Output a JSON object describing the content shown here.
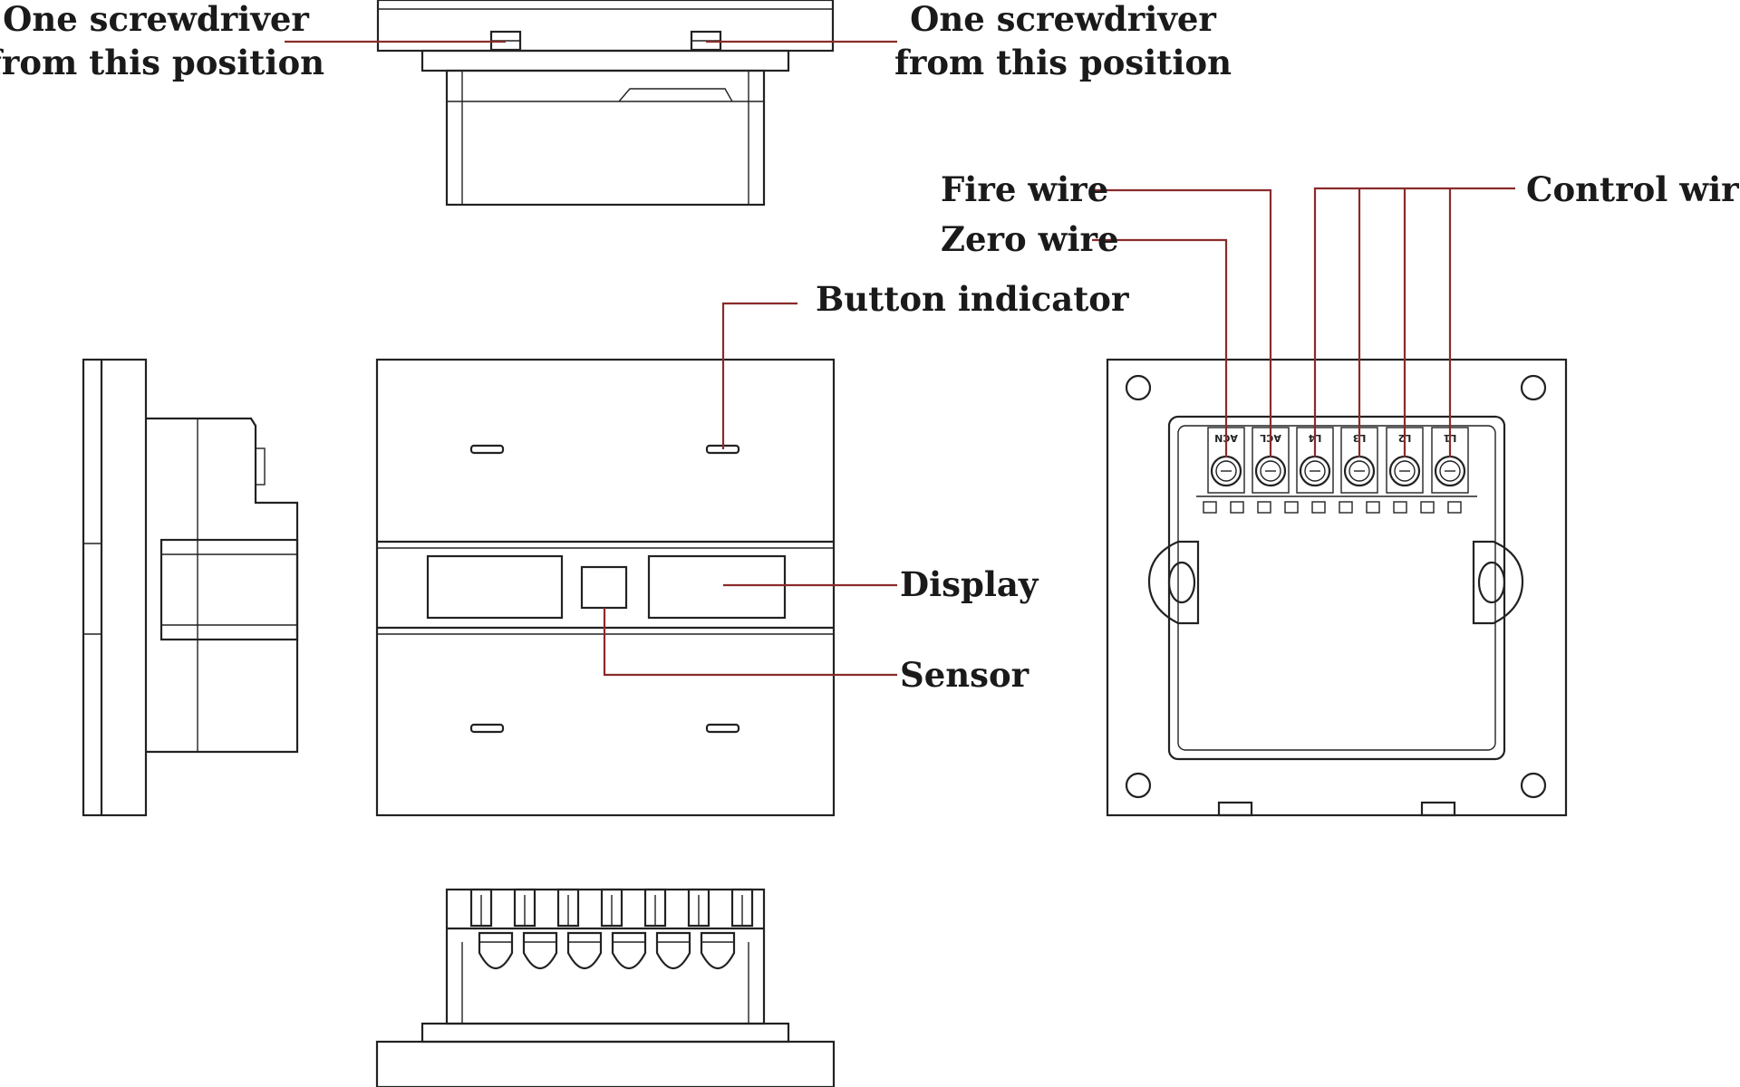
{
  "labels": {
    "screwdriver_left_1": "One screwdriver",
    "screwdriver_left_2": "from this position",
    "screwdriver_right_1": "One screwdriver",
    "screwdriver_right_2": "from this position",
    "fire_wire": "Fire wire",
    "zero_wire": "Zero wire",
    "control_wire": "Control wire",
    "button_indicator": "Button indicator",
    "display": "Display",
    "sensor": "Sensor"
  },
  "terminals": [
    "ACN",
    "ACL",
    "L4",
    "L3",
    "L2",
    "L1"
  ],
  "colors": {
    "line": "#222222",
    "leader": "#8a2b2b",
    "text": "#1a1a1a"
  }
}
